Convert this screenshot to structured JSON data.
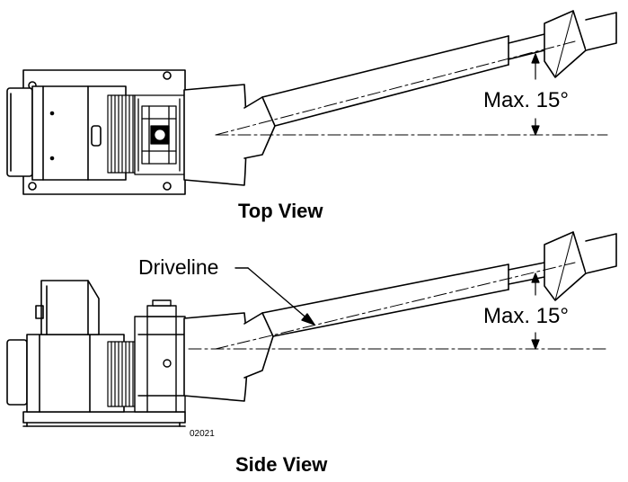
{
  "diagram": {
    "top_view": {
      "title": "Top View",
      "angle_label": "Max. 15°"
    },
    "side_view": {
      "title": "Side View",
      "angle_label": "Max. 15°",
      "callout": "Driveline"
    },
    "figure_number": "02021"
  },
  "colors": {
    "ink": "#000000",
    "fill": "#ffffff",
    "hatch": "#000000"
  }
}
